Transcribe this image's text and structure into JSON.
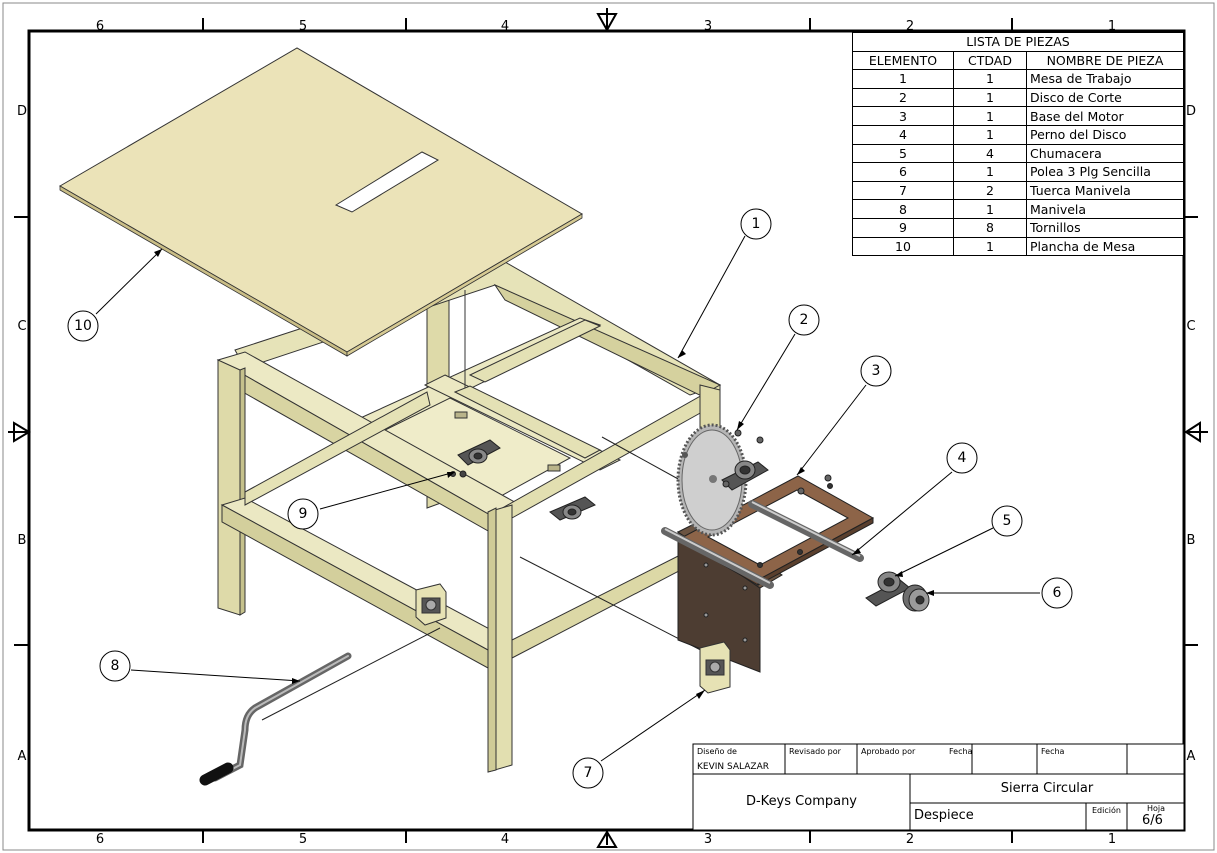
{
  "zones": {
    "columns": [
      "6",
      "5",
      "4",
      "3",
      "2",
      "1"
    ],
    "rows": [
      "D",
      "C",
      "B",
      "A"
    ]
  },
  "bom": {
    "title": "LISTA DE PIEZAS",
    "headers": [
      "ELEMENTO",
      "CTDAD",
      "NOMBRE DE PIEZA"
    ],
    "rows": [
      [
        "1",
        "1",
        "Mesa de Trabajo"
      ],
      [
        "2",
        "1",
        "Disco de Corte"
      ],
      [
        "3",
        "1",
        "Base del Motor"
      ],
      [
        "4",
        "1",
        "Perno del Disco"
      ],
      [
        "5",
        "4",
        "Chumacera"
      ],
      [
        "6",
        "1",
        "Polea 3 Plg Sencilla"
      ],
      [
        "7",
        "2",
        "Tuerca Manivela"
      ],
      [
        "8",
        "1",
        "Manivela"
      ],
      [
        "9",
        "8",
        "Tornillos"
      ],
      [
        "10",
        "1",
        "Plancha de Mesa"
      ]
    ]
  },
  "balloons": [
    "1",
    "2",
    "3",
    "4",
    "5",
    "6",
    "7",
    "8",
    "9",
    "10"
  ],
  "title_block": {
    "designed_by_label": "Diseño de",
    "designer": "KEVIN SALAZAR",
    "reviewed_label": "Revisado por",
    "approved_label": "Aprobado por",
    "date_label_1": "Fecha",
    "date_label_2": "Fecha",
    "company": "D-Keys Company",
    "title": "Sierra Circular",
    "subtitle": "Despiece",
    "edition_label": "Edición",
    "sheet_label": "Hoja",
    "sheet_value": "6/6"
  },
  "colors": {
    "wood": "#ecebc6",
    "wood_side": "#d9d6a6",
    "wood_dark": "#c9c591",
    "motor_plate": "#4a3c32",
    "motor_frame": "#8a6248",
    "metal": "#7d7d7d"
  }
}
